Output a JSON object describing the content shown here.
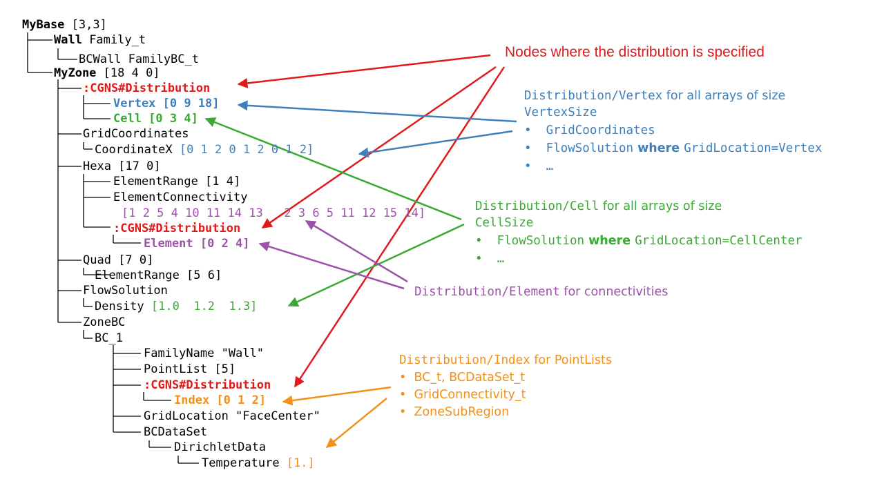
{
  "tree": {
    "base_name": "MyBase",
    "base_dims": " [3,3]",
    "wall_name": "Wall",
    "wall_type": " Family_t",
    "bcwall": "BCWall FamilyBC_t",
    "zone_name": "MyZone",
    "zone_dims": " [18 4 0]",
    "zone_dist": ":CGNS#Distribution",
    "vertex": "Vertex [0 9 18]",
    "cell": "Cell [0 3 4]",
    "gridcoords": "GridCoordinates",
    "coordx_name": "CoordinateX",
    "coordx_vals": " [0 1 2 0 1 2 0 1 2]",
    "hexa": "Hexa [17 0]",
    "elemrange1": "ElementRange [1 4]",
    "elemconn": "ElementConnectivity",
    "elemconn_vals": "[1 2 5 4 10 11 14 13   2 3 6 5 11 12 15 14]",
    "hexa_dist": ":CGNS#Distribution",
    "element": "Element [0 2 4]",
    "quad": "Quad [7 0]",
    "elemrange2": "ElementRange [5 6]",
    "flowsol": "FlowSolution",
    "density_name": "Density",
    "density_vals": " [1.0  1.2  1.3]",
    "zonebc": "ZoneBC",
    "bc1": "BC_1",
    "familyname": "FamilyName \"Wall\"",
    "pointlist": "PointList [5]",
    "bc_dist": ":CGNS#Distribution",
    "index": "Index [0 1 2]",
    "gridloc": "GridLocation \"FaceCenter\"",
    "bcdataset": "BCDataSet",
    "dirichlet": "DirichletData",
    "temp_name": "Temperature",
    "temp_vals": " [1.]"
  },
  "notes": {
    "nodes_title": "Nodes where the distribution is specified",
    "vertex": {
      "line1_a": "Distribution/Vertex",
      "line1_b": " for all arrays of size",
      "line2": "VertexSize",
      "bullets": [
        "GridCoordinates",
        "FlowSolution",
        "…"
      ],
      "bullet2_where": " where ",
      "bullet2_rest": "GridLocation=Vertex"
    },
    "cell": {
      "line1_a": "Distribution/Cell",
      "line1_b": " for all arrays of size",
      "line2": "CellSize",
      "bullets": [
        "FlowSolution",
        "…"
      ],
      "bullet1_where": " where ",
      "bullet1_rest": "GridLocation=CellCenter"
    },
    "element": {
      "line1_a": "Distribution/Element",
      "line1_b": " for connectivities"
    },
    "index": {
      "line1_a": "Distribution/Index",
      "line1_b": " for PointLists",
      "bullets": [
        "BC_t, BCDataSet_t",
        "GridConnectivity_t",
        "ZoneSubRegion"
      ]
    }
  },
  "colors": {
    "red": "#e0191b",
    "blue": "#3f7fba",
    "green": "#3aaa35",
    "purple": "#9c52a8",
    "orange": "#f39019"
  }
}
